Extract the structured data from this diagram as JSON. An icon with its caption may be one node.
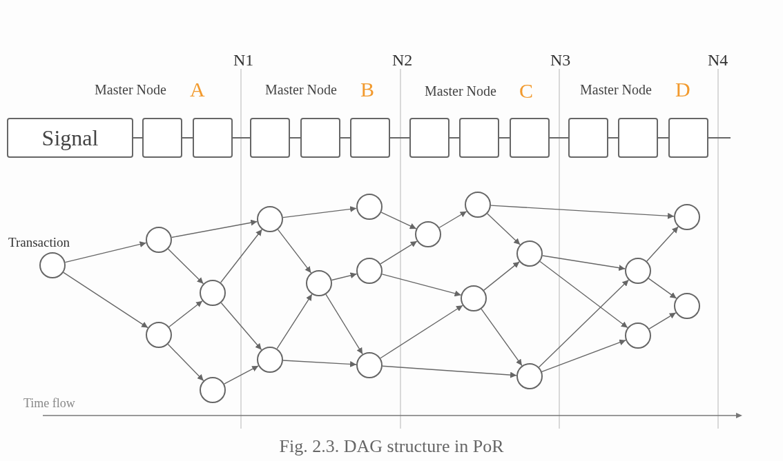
{
  "diagram": {
    "caption": "Fig. 2.3. DAG structure in PoR",
    "nodes": [
      {
        "text": [
          "Signal"
        ]
      },
      {
        "text": [],
        "shape": "box"
      },
      {
        "text": [],
        "shape": "box"
      },
      {
        "text": [],
        "shape": "box"
      },
      {
        "text": [],
        "shape": "box"
      },
      {
        "text": [],
        "shape": "box"
      },
      {
        "text": [],
        "shape": "box"
      },
      {
        "text": [],
        "shape": "box"
      },
      {
        "text": [],
        "shape": "box"
      },
      {
        "text": [],
        "shape": "box"
      },
      {
        "text": [],
        "shape": "box"
      },
      {
        "text": [],
        "shape": "box"
      },
      {
        "text": [],
        "shape": "circle",
        "beside": [
          "Transaction"
        ]
      },
      {
        "text": [],
        "shape": "circle"
      },
      {
        "text": [],
        "shape": "circle"
      },
      {
        "text": [],
        "shape": "circle"
      },
      {
        "text": [],
        "shape": "circle"
      },
      {
        "text": [],
        "shape": "circle"
      },
      {
        "text": [],
        "shape": "circle"
      },
      {
        "text": [],
        "shape": "circle"
      },
      {
        "text": [],
        "shape": "circle"
      },
      {
        "text": [],
        "shape": "circle"
      },
      {
        "text": [],
        "shape": "circle"
      },
      {
        "text": [],
        "shape": "circle"
      },
      {
        "text": [],
        "shape": "circle"
      },
      {
        "text": [],
        "shape": "circle"
      },
      {
        "text": [],
        "shape": "circle"
      },
      {
        "text": [],
        "shape": "circle"
      },
      {
        "text": [],
        "shape": "circle"
      },
      {
        "text": [],
        "shape": "circle"
      },
      {
        "text": [],
        "shape": "circle"
      },
      {
        "text": [],
        "shape": "circle"
      }
    ],
    "edges": [
      {
        "from": 0,
        "to": 1,
        "arrow": "none"
      },
      {
        "from": 1,
        "to": 2,
        "arrow": "none"
      },
      {
        "from": 2,
        "to": 3,
        "arrow": "none"
      },
      {
        "from": 3,
        "to": 4,
        "arrow": "none"
      },
      {
        "from": 4,
        "to": 5,
        "arrow": "none"
      },
      {
        "from": 5,
        "to": 6,
        "arrow": "none"
      },
      {
        "from": 6,
        "to": 7,
        "arrow": "none"
      },
      {
        "from": 7,
        "to": 8,
        "arrow": "none"
      },
      {
        "from": 8,
        "to": 9,
        "arrow": "none"
      },
      {
        "from": 9,
        "to": 10,
        "arrow": "none"
      },
      {
        "from": 10,
        "to": 11,
        "arrow": "none"
      },
      {
        "from": 11,
        "to": null,
        "arrow": "none"
      },
      {
        "from": 12,
        "to": 13,
        "arrow": "to"
      },
      {
        "from": 12,
        "to": 14,
        "arrow": "to"
      },
      {
        "from": 13,
        "to": 17,
        "arrow": "to"
      },
      {
        "from": 13,
        "to": 15,
        "arrow": "to"
      },
      {
        "from": 14,
        "to": 15,
        "arrow": "to"
      },
      {
        "from": 14,
        "to": 16,
        "arrow": "to"
      },
      {
        "from": 15,
        "to": 17,
        "arrow": "to"
      },
      {
        "from": 15,
        "to": 18,
        "arrow": "to"
      },
      {
        "from": 16,
        "to": 18,
        "arrow": "to"
      },
      {
        "from": 17,
        "to": 20,
        "arrow": "to"
      },
      {
        "from": 17,
        "to": 19,
        "arrow": "to"
      },
      {
        "from": 18,
        "to": 19,
        "arrow": "to"
      },
      {
        "from": 18,
        "to": 22,
        "arrow": "to"
      },
      {
        "from": 19,
        "to": 21,
        "arrow": "to"
      },
      {
        "from": 19,
        "to": 22,
        "arrow": "to"
      },
      {
        "from": 20,
        "to": 23,
        "arrow": "to"
      },
      {
        "from": 21,
        "to": 23,
        "arrow": "to"
      },
      {
        "from": 21,
        "to": 25,
        "arrow": "to"
      },
      {
        "from": 22,
        "to": 25,
        "arrow": "to"
      },
      {
        "from": 22,
        "to": 27,
        "arrow": "to"
      },
      {
        "from": 23,
        "to": 24,
        "arrow": "to"
      },
      {
        "from": 24,
        "to": 26,
        "arrow": "to"
      },
      {
        "from": 24,
        "to": 30,
        "arrow": "to"
      },
      {
        "from": 25,
        "to": 26,
        "arrow": "to"
      },
      {
        "from": 25,
        "to": 27,
        "arrow": "to"
      },
      {
        "from": 26,
        "to": 28,
        "arrow": "to"
      },
      {
        "from": 26,
        "to": 29,
        "arrow": "to"
      },
      {
        "from": 27,
        "to": 28,
        "arrow": "to"
      },
      {
        "from": 27,
        "to": 29,
        "arrow": "to"
      },
      {
        "from": 28,
        "to": 30,
        "arrow": "to"
      },
      {
        "from": 28,
        "to": 31,
        "arrow": "to"
      },
      {
        "from": 29,
        "to": 31,
        "arrow": "to"
      }
    ],
    "labels": [
      "N1",
      "N2",
      "N3",
      "N4",
      "Master Node",
      "A",
      "Master Node",
      "B",
      "Master Node",
      "C",
      "Master Node",
      "D",
      "Time flow"
    ]
  }
}
